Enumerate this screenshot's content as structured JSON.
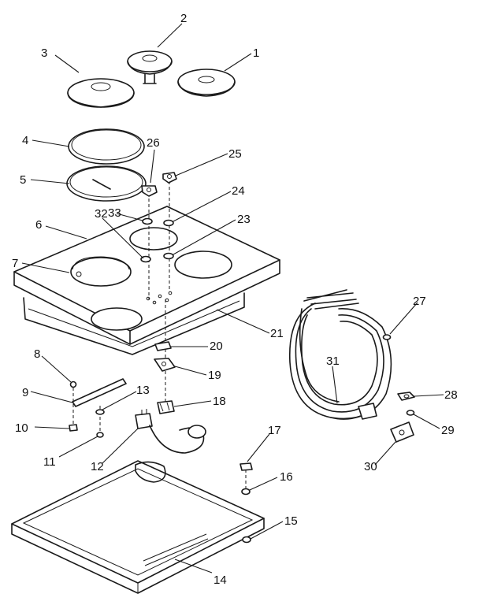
{
  "callouts": [
    {
      "id": "c1",
      "text": "1"
    },
    {
      "id": "c2",
      "text": "2"
    },
    {
      "id": "c3",
      "text": "3"
    },
    {
      "id": "c4",
      "text": "4"
    },
    {
      "id": "c5",
      "text": "5"
    },
    {
      "id": "c6",
      "text": "6"
    },
    {
      "id": "c7",
      "text": "7"
    },
    {
      "id": "c8",
      "text": "8"
    },
    {
      "id": "c9",
      "text": "9"
    },
    {
      "id": "c10",
      "text": "10"
    },
    {
      "id": "c11",
      "text": "11"
    },
    {
      "id": "c12",
      "text": "12"
    },
    {
      "id": "c13",
      "text": "13"
    },
    {
      "id": "c14",
      "text": "14"
    },
    {
      "id": "c15",
      "text": "15"
    },
    {
      "id": "c16",
      "text": "16"
    },
    {
      "id": "c17",
      "text": "17"
    },
    {
      "id": "c18",
      "text": "18"
    },
    {
      "id": "c19",
      "text": "19"
    },
    {
      "id": "c20",
      "text": "20"
    },
    {
      "id": "c21",
      "text": "21"
    },
    {
      "id": "c23",
      "text": "23"
    },
    {
      "id": "c24",
      "text": "24"
    },
    {
      "id": "c25",
      "text": "25"
    },
    {
      "id": "c26",
      "text": "26"
    },
    {
      "id": "c27",
      "text": "27"
    },
    {
      "id": "c28",
      "text": "28"
    },
    {
      "id": "c29",
      "text": "29"
    },
    {
      "id": "c30",
      "text": "30"
    },
    {
      "id": "c31",
      "text": "31"
    },
    {
      "id": "c32",
      "text": "32"
    },
    {
      "id": "c33",
      "text": "33"
    }
  ]
}
